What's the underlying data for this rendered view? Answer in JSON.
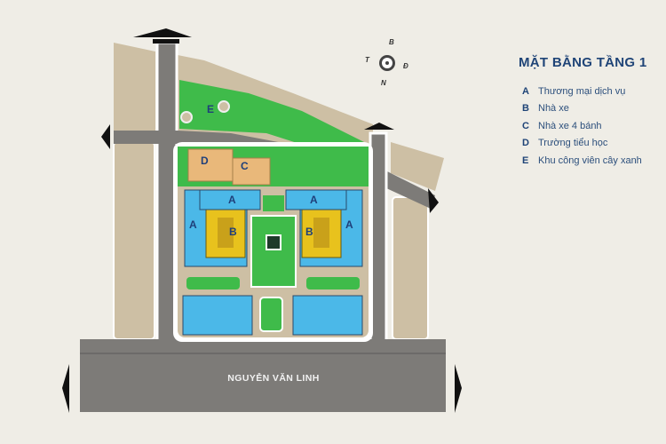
{
  "legend": {
    "title": "MẶT BẰNG TẦNG 1",
    "items": [
      {
        "key": "A",
        "label": "Thương mại dịch vụ"
      },
      {
        "key": "B",
        "label": "Nhà xe"
      },
      {
        "key": "C",
        "label": "Nhà xe 4 bánh"
      },
      {
        "key": "D",
        "label": "Trường tiểu học"
      },
      {
        "key": "E",
        "label": "Khu công viên cây xanh"
      }
    ]
  },
  "compass": {
    "north": "N",
    "south": "B",
    "east": "Đ",
    "west": "T"
  },
  "roads": {
    "main": "NGUYỄN VĂN LINH"
  },
  "zones": {
    "park": "E",
    "school": "D",
    "parking_4w": "C",
    "commercial_left_top": "A",
    "commercial_left_side": "A",
    "parking_left": "B",
    "commercial_right_top": "A",
    "commercial_right_side": "A",
    "parking_right": "B"
  },
  "colors": {
    "background": "#efede6",
    "road": "#7d7b78",
    "land": "#cdbfa4",
    "green": "#3fbb4a",
    "building": "#4bb8e8",
    "parking": "#e8c21d",
    "school": "#e9b87a",
    "text": "#1f4477"
  }
}
